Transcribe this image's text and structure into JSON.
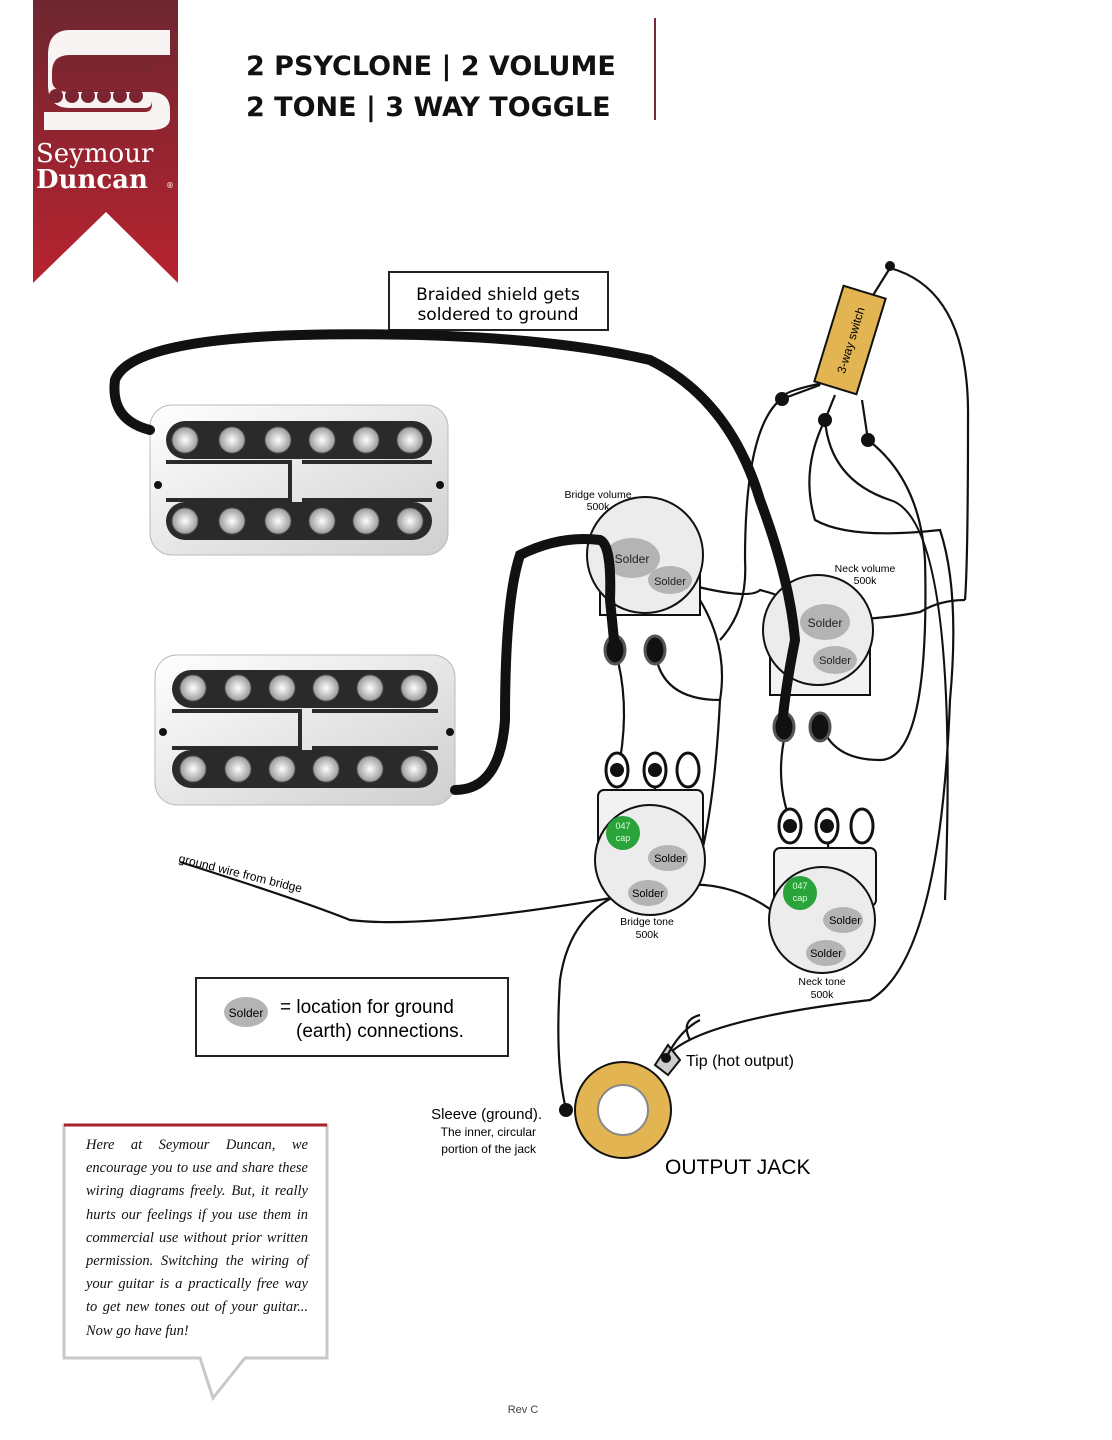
{
  "brand": {
    "line1": "Seymour",
    "line2": "Duncan",
    "mark": "®",
    "color": "#a3232f"
  },
  "title": {
    "line1": "2 PSYCLONE | 2 VOLUME",
    "line2": "2 TONE | 3 WAY TOGGLE"
  },
  "callout": {
    "line1": "Braided shield gets",
    "line2": "soldered to ground"
  },
  "switch": {
    "label": "3-way switch",
    "color": "#e3b552"
  },
  "pots": {
    "bridge_volume": {
      "name": "Bridge volume",
      "value": "500k"
    },
    "neck_volume": {
      "name": "Neck volume",
      "value": "500k"
    },
    "bridge_tone": {
      "name": "Bridge tone",
      "value": "500k"
    },
    "neck_tone": {
      "name": "Neck tone",
      "value": "500k"
    }
  },
  "solder_label": "Solder",
  "cap": {
    "line1": "047",
    "line2": "cap",
    "color": "#2aa43a"
  },
  "ground_wire_label": "ground wire from bridge",
  "legend": {
    "icon_label": "Solder",
    "line1": "= location for ground",
    "line2": "(earth) connections."
  },
  "jack": {
    "title": "OUTPUT JACK",
    "tip": "Tip (hot output)",
    "sleeve": "Sleeve (ground).",
    "sleeve_note1": "The inner, circular",
    "sleeve_note2": "portion of the jack",
    "color": "#e3b552"
  },
  "note": "Here at Seymour Duncan, we encourage you to use and share these wiring diagrams freely. But, it really hurts our feelings if you use them in commercial use without prior written permission. Switching the wiring of your guitar is a practically free way to get new tones out of your guitar... Now go have fun!",
  "revision": "Rev C"
}
